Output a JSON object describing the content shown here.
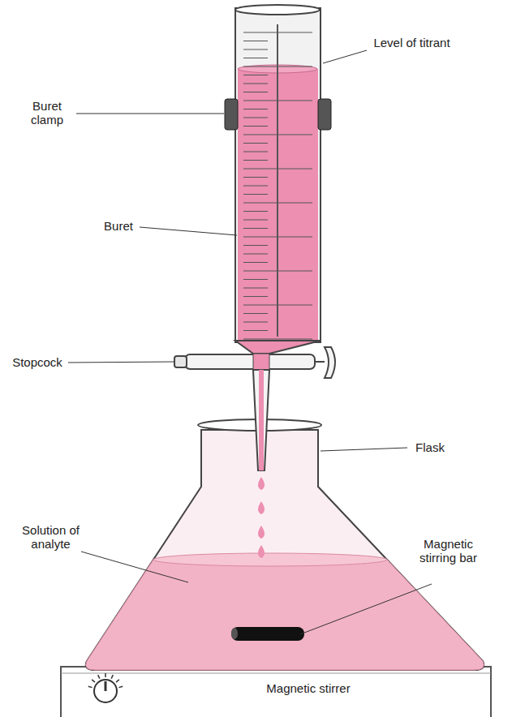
{
  "diagram": {
    "labels": [
      "Level of titrant",
      "Buret clamp",
      "Buret",
      "Stopcock",
      "Flask",
      "Solution of analyte",
      "Magnetic stirring bar",
      "Magnetic stirrer"
    ]
  }
}
